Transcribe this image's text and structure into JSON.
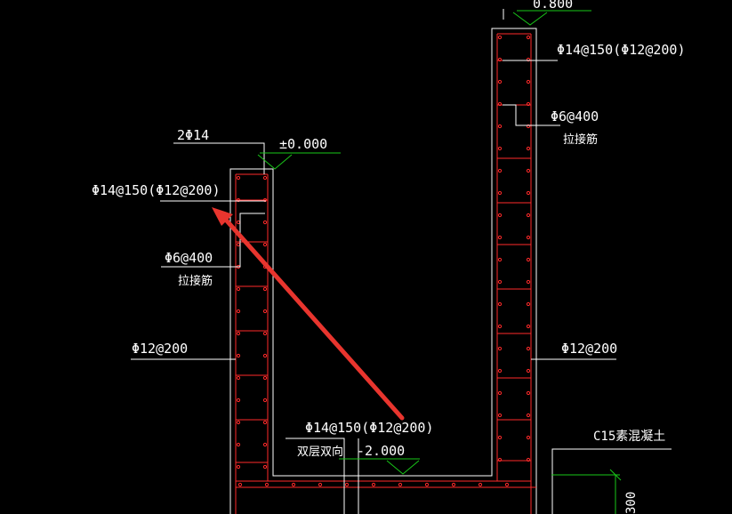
{
  "colors": {
    "background": "#000000",
    "concrete_outline": "#ffffff",
    "rebar": "#ff2a2a",
    "level_marker": "#19c819",
    "annotation_arrow": "#e8352e",
    "text": "#ffffff"
  },
  "labels": {
    "top_elevation": "0.800",
    "right_wall_main_rebar": "Φ14@150(Φ12@200)",
    "right_wall_tie": "Φ6@400",
    "right_wall_tie_name": "拉接筋",
    "left_top_bars": "2Φ14",
    "left_elevation": "±0.000",
    "left_wall_main_rebar": "Φ14@150(Φ12@200)",
    "left_wall_tie": "Φ6@400",
    "left_wall_tie_name": "拉接筋",
    "left_wall_outer_rebar": "Φ12@200",
    "right_wall_outer_rebar": "Φ12@200",
    "slab_rebar": "Φ14@150(Φ12@200)",
    "slab_rebar_note": "双层双向",
    "slab_elevation": "-2.000",
    "concrete_note": "C15素混凝土",
    "dimension_300": "300"
  },
  "icons": {
    "annotation": "red-arrow-icon",
    "elevation": "elevation-triangle-icon"
  }
}
